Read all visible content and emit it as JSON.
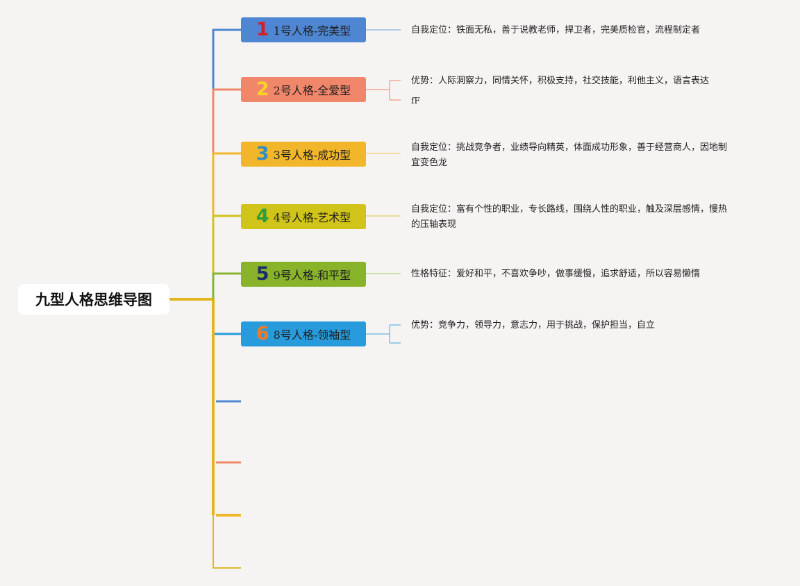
{
  "root": {
    "title": "九型人格思维导图"
  },
  "colors": {
    "trunk": "#e4b41e",
    "blue": "#4f86d1",
    "salmon": "#f0866a",
    "amber": "#f1b62a",
    "olive": "#d0c319",
    "green": "#88b32b",
    "sky": "#289bdc"
  },
  "nodes": [
    {
      "badge": "1",
      "label": "1号人格-完美型",
      "bg": "#4f86d1",
      "badge_color": "#d81e2a",
      "lines": [
        "自我定位：铁面无私，善于说教老师，捍卫者，完美质检官，流程制定者"
      ]
    },
    {
      "badge": "2",
      "label": "2号人格-全爱型",
      "bg": "#f0866a",
      "badge_color": "#f7d22a",
      "lines": [
        "优势：人际洞察力，同情关怀，积极支持，社交技能，利他主义，语言表达"
      ],
      "extra": "fF"
    },
    {
      "badge": "3",
      "label": "3号人格-成功型",
      "bg": "#f1b62a",
      "badge_color": "#2e8fc6",
      "lines": [
        "自我定位：挑战竞争者，业绩导向精英，体面成功形象，善于经营商人，因地制",
        "宜变色龙"
      ]
    },
    {
      "badge": "4",
      "label": "4号人格-艺术型",
      "bg": "#d0c319",
      "badge_color": "#2f9e3a",
      "lines": [
        "自我定位：富有个性的职业，专长路线，围绕人性的职业，触及深层感情，慢热",
        "的压轴表现"
      ]
    },
    {
      "badge": "5",
      "label": "9号人格-和平型",
      "bg": "#88b32b",
      "badge_color": "#1b2d6b",
      "lines": [
        "性格特征：爱好和平，不喜欢争吵，做事缓慢，追求舒适，所以容易懒惰"
      ]
    },
    {
      "badge": "6",
      "label": "8号人格-领袖型",
      "bg": "#289bdc",
      "badge_color": "#f07a24",
      "lines": [
        "优势：竞争力，领导力，意志力，用于挑战，保护担当，自立"
      ]
    }
  ]
}
